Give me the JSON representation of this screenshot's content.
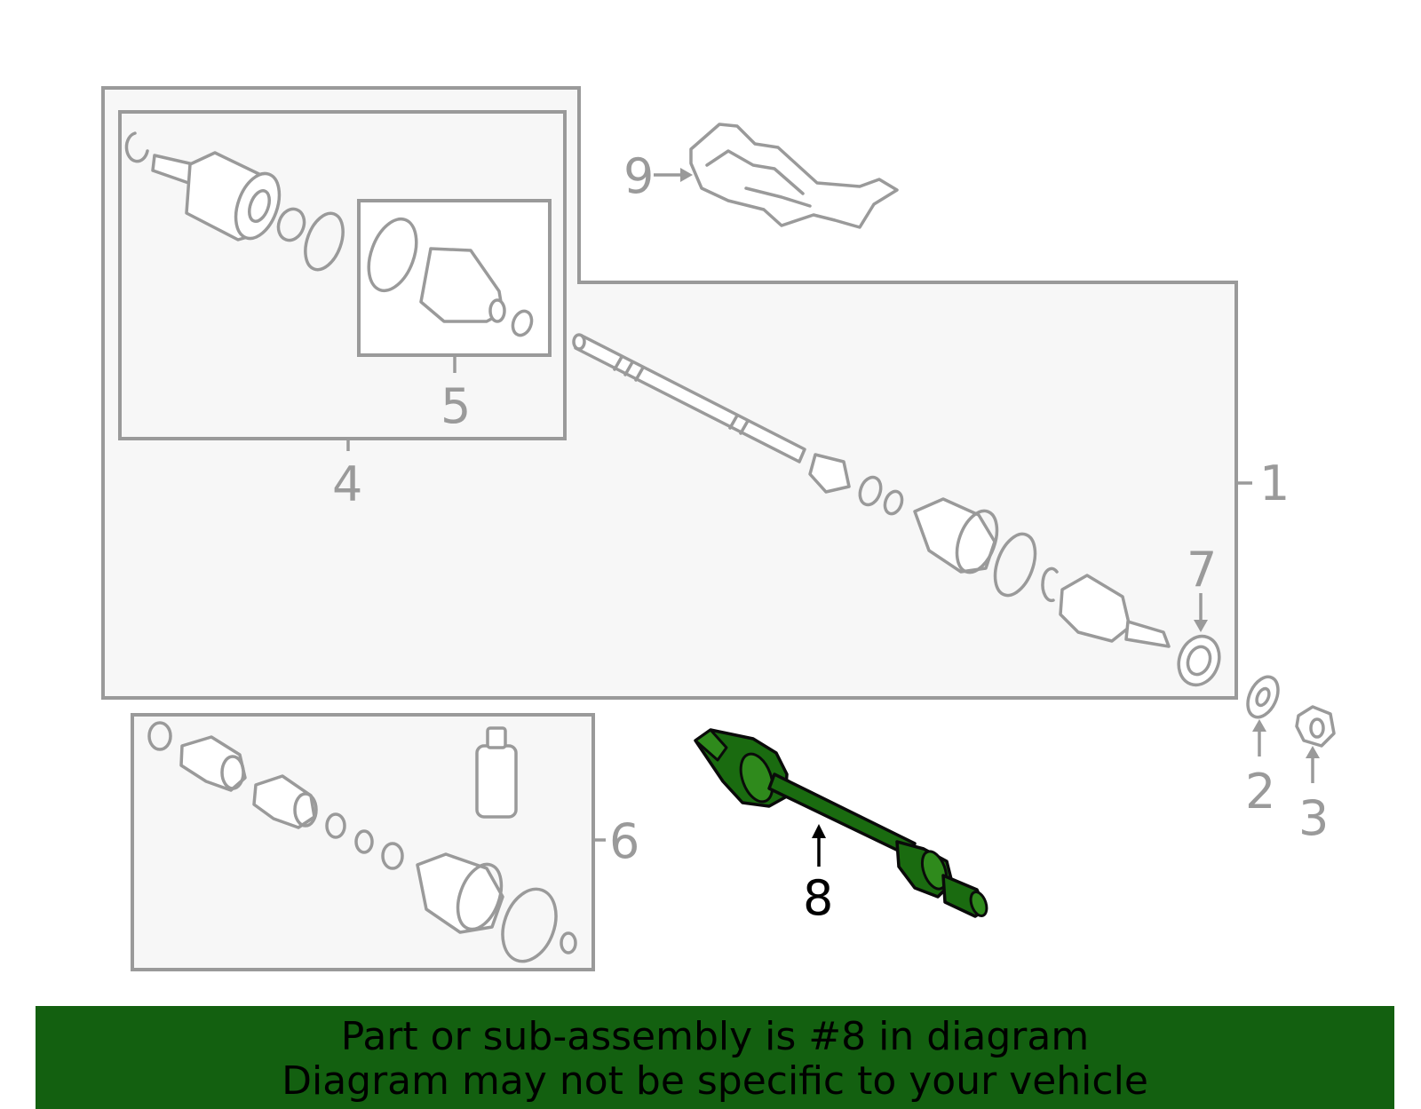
{
  "callouts": {
    "c1": "1",
    "c2": "2",
    "c3": "3",
    "c4": "4",
    "c5": "5",
    "c6": "6",
    "c7": "7",
    "c8": "8",
    "c9": "9"
  },
  "highlighted_part": "8",
  "colors": {
    "highlight": "#1a6b10",
    "banner": "#136010",
    "line": "#9a9a9a"
  },
  "banner": {
    "line1": "Part or sub-assembly is #8 in diagram",
    "line2": "Diagram may not be specific to your vehicle"
  }
}
